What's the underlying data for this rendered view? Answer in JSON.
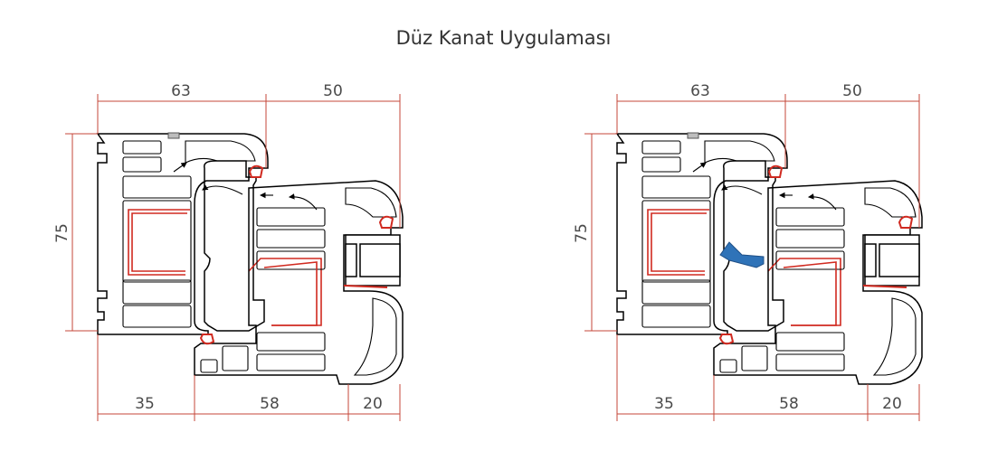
{
  "title": "Düz Kanat Uygulaması",
  "colors": {
    "dimension": "#c4473a",
    "reinforcement": "#d02a20",
    "insert": "#2f73b8",
    "outline": "#000000"
  },
  "sections": [
    {
      "dims": {
        "top_left": "63",
        "top_right": "50",
        "height": "75",
        "bottom_left": "35",
        "bottom_mid": "58",
        "bottom_right": "20"
      },
      "has_insert": false
    },
    {
      "dims": {
        "top_left": "63",
        "top_right": "50",
        "height": "75",
        "bottom_left": "35",
        "bottom_mid": "58",
        "bottom_right": "20"
      },
      "has_insert": true
    }
  ]
}
